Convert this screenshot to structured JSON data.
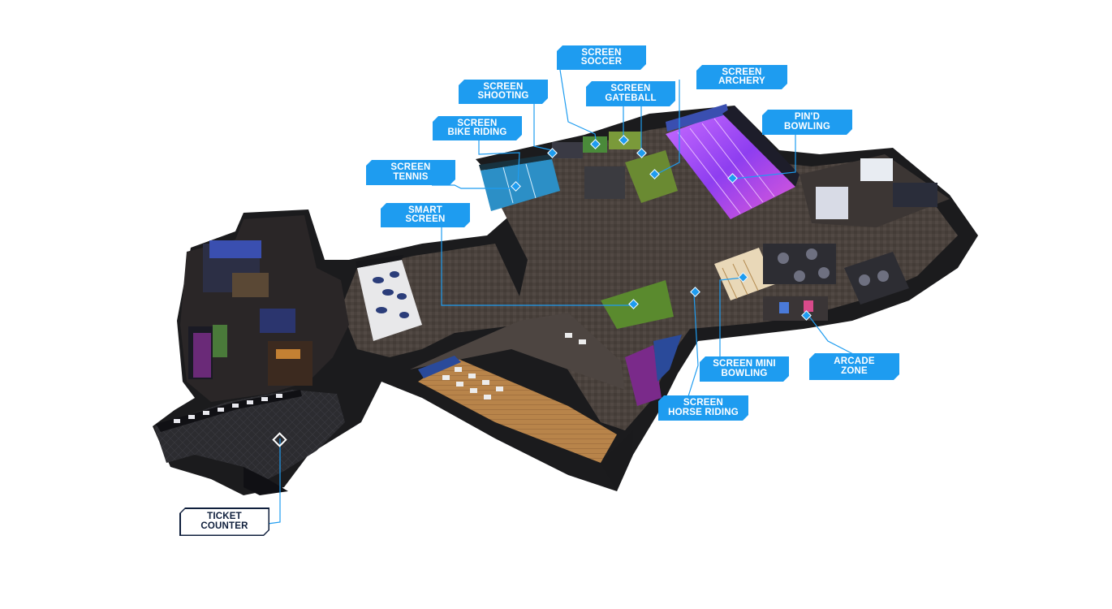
{
  "map": {
    "accent_color": "#1e9cf0",
    "label_text_color": "#ffffff",
    "ticket_label_color": "#0f1f3c",
    "zones": [
      {
        "id": "screen-soccer",
        "line1": "SCREEN",
        "line2": "SOCCER"
      },
      {
        "id": "screen-shooting",
        "line1": "SCREEN",
        "line2": "SHOOTING"
      },
      {
        "id": "screen-gateball",
        "line1": "SCREEN",
        "line2": "GATEBALL"
      },
      {
        "id": "screen-archery",
        "line1": "SCREEN",
        "line2": "ARCHERY"
      },
      {
        "id": "pind-bowling",
        "line1": "PIN'D",
        "line2": "BOWLING"
      },
      {
        "id": "screen-bike-riding",
        "line1": "SCREEN",
        "line2": "BIKE RIDING"
      },
      {
        "id": "screen-tennis",
        "line1": "SCREEN",
        "line2": "TENNIS"
      },
      {
        "id": "smart-screen",
        "line1": "SMART",
        "line2": "SCREEN"
      },
      {
        "id": "screen-mini-bowling",
        "line1": "SCREEN MINI",
        "line2": "BOWLING"
      },
      {
        "id": "arcade-zone",
        "line1": "ARCADE",
        "line2": "ZONE"
      },
      {
        "id": "screen-horse-riding",
        "line1": "SCREEN",
        "line2": "HORSE RIDING"
      },
      {
        "id": "ticket-counter",
        "line1": "TICKET",
        "line2": "COUNTER"
      }
    ]
  }
}
